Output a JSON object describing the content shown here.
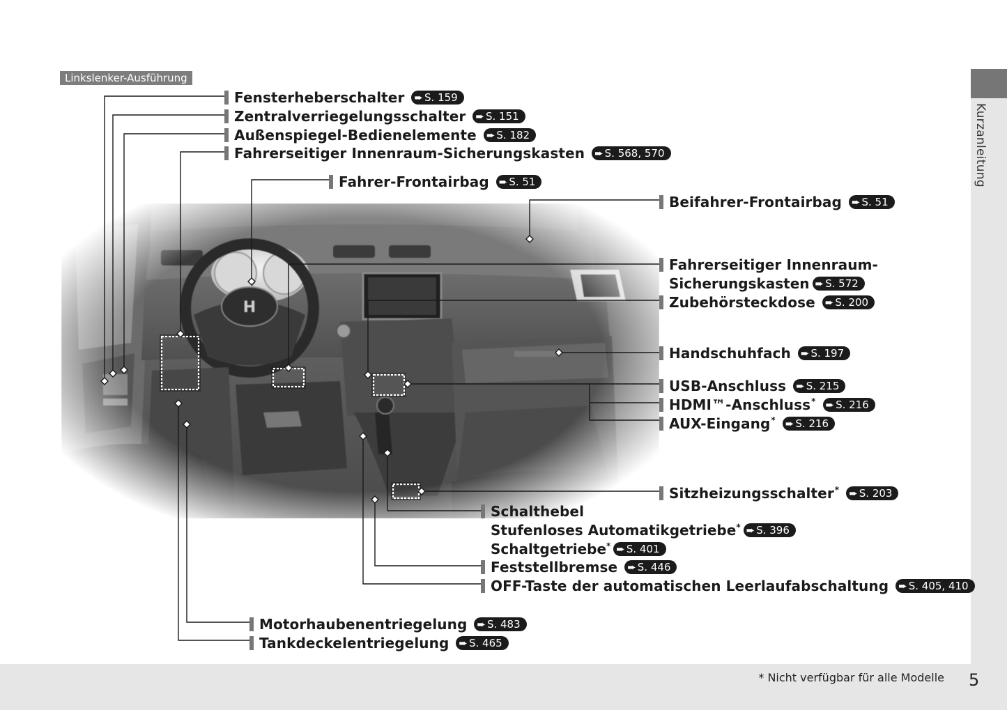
{
  "variant_tag": "Linkslenker-Ausführung",
  "section_tab": "Kurzanleitung",
  "footnote": "* Nicht verfügbar für alle Modelle",
  "page_number": "5",
  "ref_icon": "arrow-right-icon",
  "labels": {
    "window": {
      "text": "Fensterheberschalter",
      "ref": "S. 159"
    },
    "central_lock": {
      "text": "Zentralverriegelungsschalter",
      "ref": "S. 151"
    },
    "mirror": {
      "text": "Außenspiegel-Bedienelemente",
      "ref": "S. 182"
    },
    "fuse_left": {
      "text": "Fahrerseitiger Innenraum-Sicherungskasten",
      "ref": "S. 568, 570"
    },
    "driver_airbag": {
      "text": "Fahrer-Frontairbag",
      "ref": "S. 51"
    },
    "passenger_airbag": {
      "text": "Beifahrer-Frontairbag",
      "ref": "S. 51"
    },
    "fuse_right": {
      "line1": "Fahrerseitiger Innenraum-",
      "line2": "Sicherungskasten",
      "ref": "S. 572"
    },
    "accessory": {
      "text": "Zubehörsteckdose",
      "ref": "S. 200"
    },
    "glovebox": {
      "text": "Handschuhfach",
      "ref": "S. 197"
    },
    "usb": {
      "text": "USB-Anschluss",
      "ref": "S. 215"
    },
    "hdmi": {
      "text": "HDMI™-Anschluss",
      "star": "*",
      "ref": "S. 216"
    },
    "aux": {
      "text": "AUX-Eingang",
      "star": "*",
      "ref": "S. 216"
    },
    "seat_heat": {
      "text": "Sitzheizungsschalter",
      "star": "*",
      "ref": "S. 203"
    },
    "shift": {
      "text": "Schalthebel"
    },
    "cvt": {
      "text": "Stufenloses Automatikgetriebe",
      "star": "*",
      "ref": "S. 396"
    },
    "manual": {
      "text": "Schaltgetriebe",
      "star": "*",
      "ref": "S. 401"
    },
    "parking_brake": {
      "text": "Feststellbremse",
      "ref": "S. 446"
    },
    "idle_stop": {
      "text": "OFF-Taste der automatischen Leerlaufabschaltung",
      "ref": "S. 405, 410"
    },
    "hood": {
      "text": "Motorhaubenentriegelung",
      "ref": "S. 483"
    },
    "fuel_lid": {
      "text": "Tankdeckelentriegelung",
      "ref": "S. 465"
    }
  },
  "colors": {
    "ref_badge": "#1b1b1b",
    "tag_bg": "#7d7d7d",
    "band": "#e6e6e6",
    "label_bar": "#777777"
  }
}
